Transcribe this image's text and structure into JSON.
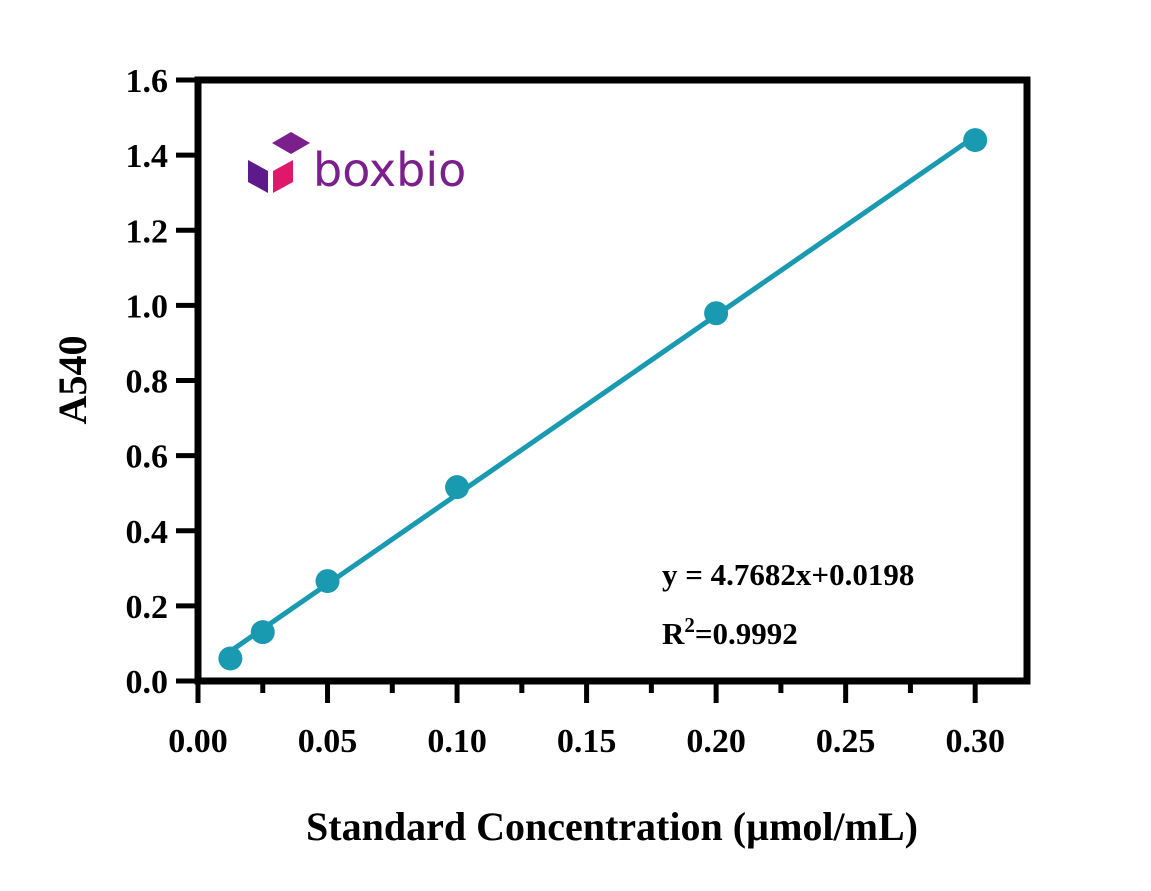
{
  "chart_data": {
    "type": "scatter",
    "xlabel": "Standard Concentration (µmol/mL)",
    "ylabel": "A540",
    "xlim": [
      0,
      0.32
    ],
    "ylim": [
      0,
      1.6
    ],
    "x_ticks": [
      "0.00",
      "0.05",
      "0.10",
      "0.15",
      "0.20",
      "0.25",
      "0.30"
    ],
    "y_ticks": [
      "0.0",
      "0.2",
      "0.4",
      "0.6",
      "0.8",
      "1.0",
      "1.2",
      "1.4",
      "1.6"
    ],
    "grid": false,
    "x": [
      0.0125,
      0.025,
      0.05,
      0.1,
      0.2,
      0.3
    ],
    "y": [
      0.06,
      0.13,
      0.266,
      0.516,
      0.979,
      1.44
    ],
    "fit": {
      "slope": 4.7682,
      "intercept": 0.0198,
      "x_range": [
        0.0125,
        0.3
      ]
    },
    "annotations": {
      "equation": "y = 4.7682x+0.0198",
      "r2_prefix": "R",
      "r2_sup": "2",
      "r2_value": "=0.9992"
    },
    "series_color": "#1a9ab0"
  },
  "logo": {
    "text": "boxbio",
    "icon": "cube-logo-icon",
    "text_color": "#7a1f8c",
    "cube_colors": {
      "top": "#7a1f8c",
      "left": "#5c1a8a",
      "right": "#e0186c"
    }
  }
}
